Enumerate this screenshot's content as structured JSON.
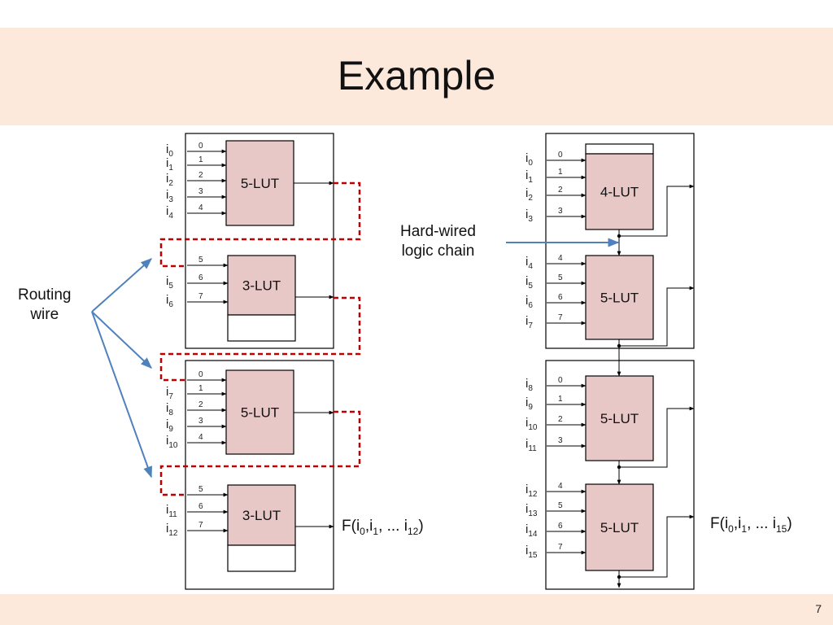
{
  "slide": {
    "title": "Example",
    "page_number": "7"
  },
  "callouts": {
    "routing_wire": [
      "Routing",
      "wire"
    ],
    "hard_wired": [
      "Hard-wired",
      "logic chain"
    ]
  },
  "left_circuit": {
    "luts": [
      {
        "label": "5-LUT",
        "pins": [
          "0",
          "1",
          "2",
          "3",
          "4"
        ],
        "inputs": [
          {
            "base": "i",
            "sub": "0"
          },
          {
            "base": "i",
            "sub": "1"
          },
          {
            "base": "i",
            "sub": "2"
          },
          {
            "base": "i",
            "sub": "3"
          },
          {
            "base": "i",
            "sub": "4"
          }
        ]
      },
      {
        "label": "3-LUT",
        "pins": [
          "5",
          "6",
          "7"
        ],
        "inputs": [
          null,
          {
            "base": "i",
            "sub": "5"
          },
          {
            "base": "i",
            "sub": "6"
          }
        ]
      },
      {
        "label": "5-LUT",
        "pins": [
          "0",
          "1",
          "2",
          "3",
          "4"
        ],
        "inputs": [
          null,
          {
            "base": "i",
            "sub": "7"
          },
          {
            "base": "i",
            "sub": "8"
          },
          {
            "base": "i",
            "sub": "9"
          },
          {
            "base": "i",
            "sub": "10"
          }
        ]
      },
      {
        "label": "3-LUT",
        "pins": [
          "5",
          "6",
          "7"
        ],
        "inputs": [
          null,
          {
            "base": "i",
            "sub": "11"
          },
          {
            "base": "i",
            "sub": "12"
          }
        ]
      }
    ],
    "output": {
      "prefix": "F(",
      "terms": [
        {
          "base": "i",
          "sub": "0"
        },
        {
          "base": "i",
          "sub": "1"
        }
      ],
      "ellipsis": "...",
      "last": {
        "base": "i",
        "sub": "12"
      },
      "suffix": ")"
    }
  },
  "right_circuit": {
    "luts": [
      {
        "label": "4-LUT",
        "pins": [
          "0",
          "1",
          "2",
          "3"
        ],
        "inputs": [
          {
            "base": "i",
            "sub": "0"
          },
          {
            "base": "i",
            "sub": "1"
          },
          {
            "base": "i",
            "sub": "2"
          },
          {
            "base": "i",
            "sub": "3"
          }
        ]
      },
      {
        "label": "5-LUT",
        "pins": [
          "4",
          "5",
          "6",
          "7"
        ],
        "inputs": [
          {
            "base": "i",
            "sub": "4"
          },
          {
            "base": "i",
            "sub": "5"
          },
          {
            "base": "i",
            "sub": "6"
          },
          {
            "base": "i",
            "sub": "7"
          }
        ]
      },
      {
        "label": "5-LUT",
        "pins": [
          "0",
          "1",
          "2",
          "3"
        ],
        "inputs": [
          {
            "base": "i",
            "sub": "8"
          },
          {
            "base": "i",
            "sub": "9"
          },
          {
            "base": "i",
            "sub": "10"
          },
          {
            "base": "i",
            "sub": "11"
          }
        ]
      },
      {
        "label": "5-LUT",
        "pins": [
          "4",
          "5",
          "6",
          "7"
        ],
        "inputs": [
          {
            "base": "i",
            "sub": "12"
          },
          {
            "base": "i",
            "sub": "13"
          },
          {
            "base": "i",
            "sub": "14"
          },
          {
            "base": "i",
            "sub": "15"
          }
        ]
      }
    ],
    "output": {
      "prefix": "F(",
      "terms": [
        {
          "base": "i",
          "sub": "0"
        },
        {
          "base": "i",
          "sub": "1"
        }
      ],
      "ellipsis": "...",
      "last": {
        "base": "i",
        "sub": "15"
      },
      "suffix": ")"
    }
  },
  "colors": {
    "band": "#fde9dc",
    "lut_fill": "#e8c7c7",
    "routing_wire": "#c00000",
    "callout_arrow": "#4f81bd",
    "wire": "#000000"
  }
}
